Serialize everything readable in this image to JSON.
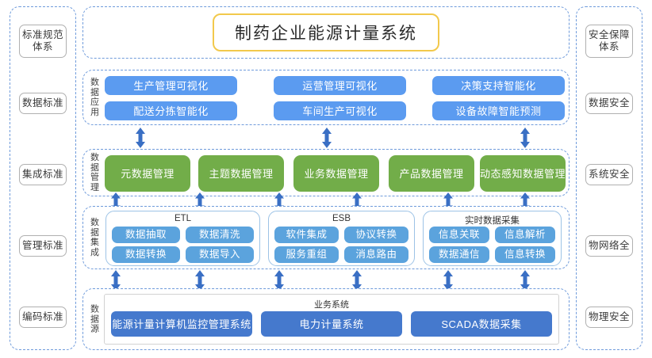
{
  "title": {
    "text": "制药企业能源计量系统",
    "border_color": "#f2c94c"
  },
  "left_column": {
    "name": "标准规范体系",
    "items": [
      {
        "label": "标准规范体系"
      },
      {
        "label": "数据标准"
      },
      {
        "label": "集成标准"
      },
      {
        "label": "管理标准"
      },
      {
        "label": "编码标准"
      }
    ]
  },
  "right_column": {
    "name": "安全保障体系",
    "items": [
      {
        "label": "安全保障体系"
      },
      {
        "label": "数据安全"
      },
      {
        "label": "系统安全"
      },
      {
        "label": "物网络全"
      },
      {
        "label": "物理安全"
      }
    ]
  },
  "layers": {
    "application": {
      "label": "数据应用",
      "columns": [
        {
          "items": [
            "生产管理可视化",
            "配送分拣智能化"
          ]
        },
        {
          "items": [
            "运营管理可视化",
            "车间生产可视化"
          ]
        },
        {
          "items": [
            "决策支持智能化",
            "设备故障智能预测"
          ]
        }
      ]
    },
    "management": {
      "label": "数据管理",
      "items": [
        "元数据管理",
        "主题数据管理",
        "业务数据管理",
        "产品数据管理",
        "动态感知数据管理"
      ]
    },
    "integration": {
      "label": "数据集成",
      "groups": [
        {
          "title": "ETL",
          "items": [
            "数据抽取",
            "数据清洗",
            "数据转换",
            "数据导入"
          ]
        },
        {
          "title": "ESB",
          "items": [
            "软件集成",
            "协议转换",
            "服务重组",
            "消息路由"
          ]
        },
        {
          "title": "实时数据采集",
          "items": [
            "信息关联",
            "信息解析",
            "数据通信",
            "信息转换"
          ]
        }
      ]
    },
    "source": {
      "label": "数据源",
      "panel_title": "业务系统",
      "items": [
        "能源计量计算机监控管理系统",
        "电力计量系统",
        "SCADA数据采集"
      ]
    }
  },
  "colors": {
    "blue": "#5b9bf0",
    "blue_light": "#5ba3dd",
    "green": "#72ad49",
    "deep_blue": "#4579cd",
    "dashed_border": "#6f9bdb",
    "arrow": "#3a6fc4"
  }
}
